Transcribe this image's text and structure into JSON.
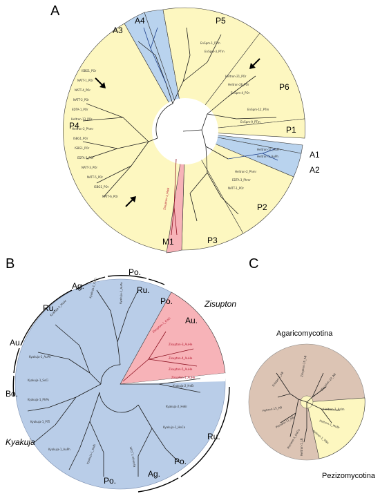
{
  "panelA": {
    "letter": "A",
    "clades": {
      "P5": "P5",
      "P6": "P6",
      "P1": "P1",
      "A1": "A1",
      "A2": "A2",
      "P2": "P2",
      "P3": "P3",
      "M1": "M1",
      "P4": "P4",
      "A3": "A3",
      "A4": "A4"
    },
    "colors": {
      "yellow": "#fdf7c0",
      "blue": "#b9d3ee",
      "red": "#f7b3b8"
    }
  },
  "panelB": {
    "letter": "B",
    "clade_labels": {
      "ag_top": "Ag.",
      "po_top": "Po.",
      "ru_top": "Ru.",
      "po_top2": "Po.",
      "ru_left": "Ru.",
      "au_left": "Au.",
      "bo_left": "Bo.",
      "au_right": "Au.",
      "ru_right": "Ru.",
      "po_bottom": "Po.",
      "ag_bottom": "Ag.",
      "po_bottom2": "Po."
    },
    "group_kyakuja": "Kyakuja",
    "group_zisupton": "Zisupton",
    "colors": {
      "blue": "#b9cde8",
      "red": "#f7b3b8"
    }
  },
  "panelC": {
    "letter": "C",
    "group_top": "Agaricomycotina",
    "group_bottom": "Pezizomycotina",
    "leaves": [
      "Zisupton-15_AB",
      "Zisupton-22_AB",
      "Heltron-1_AsIm",
      "Heltron-1_MoBr",
      "Heltron-1_TrBo",
      "Heltron-1_LB",
      "Pienako-1_GoCo",
      "Pienako-11_AB",
      "Heltron-15_AB",
      "Enlapo-2_AB"
    ],
    "colors": {
      "tan": "#dcc4b4",
      "yellow": "#fdf7c0"
    }
  }
}
